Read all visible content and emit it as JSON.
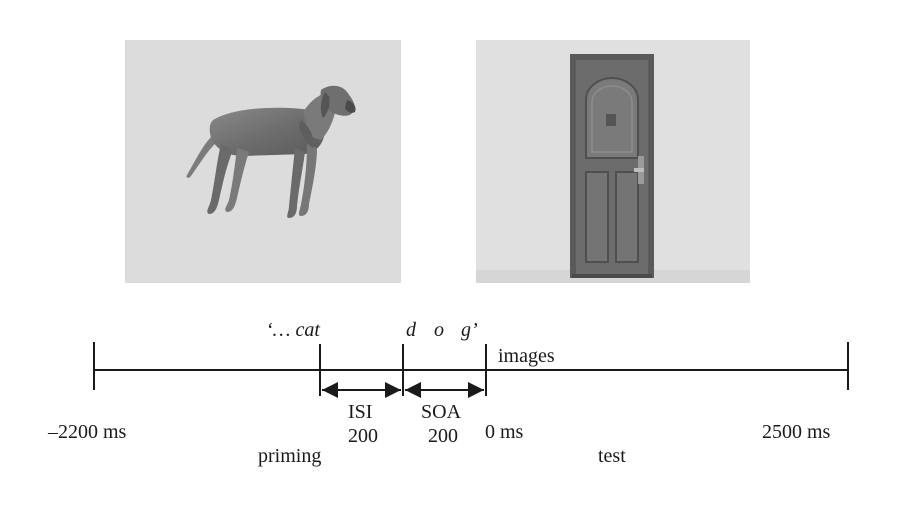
{
  "figure": {
    "images": {
      "left": "dog-image",
      "right": "door-image"
    },
    "sentence": {
      "prefix": "‘… cat",
      "word_letters": [
        "d",
        "o",
        "g’"
      ]
    },
    "labels": {
      "images": "images",
      "isi": "ISI",
      "isi_value": "200",
      "soa": "SOA",
      "soa_value": "200",
      "priming": "priming",
      "test": "test"
    },
    "time_marks": {
      "start": "–2200 ms",
      "zero": "0 ms",
      "end": "2500 ms"
    }
  }
}
